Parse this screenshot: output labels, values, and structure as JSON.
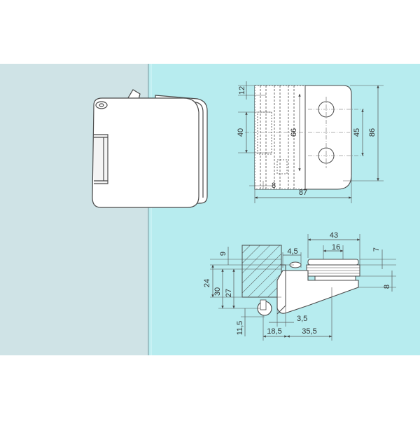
{
  "colors": {
    "page": "#ffffff",
    "wall_panel": "#cfe3e6",
    "glass_panel": "#b7ecef",
    "line": "#4a4a4a",
    "dim_line": "#5a5a5a",
    "hinge_fill": "#ffffff"
  },
  "top_view": {
    "dims": {
      "d12": "12",
      "d40": "40",
      "d66": "66",
      "d45": "45",
      "d86": "86",
      "d8": "8",
      "d87": "87"
    }
  },
  "section_view": {
    "dims": {
      "d43": "43",
      "d4_5": "4,5",
      "d16": "16",
      "d9": "9",
      "d7": "7",
      "d24": "24",
      "d30": "30",
      "d27": "27",
      "d8": "8",
      "d3_5": "3,5",
      "d11_5": "11,5",
      "d18_5": "18,5",
      "d35_5": "35,5"
    }
  }
}
